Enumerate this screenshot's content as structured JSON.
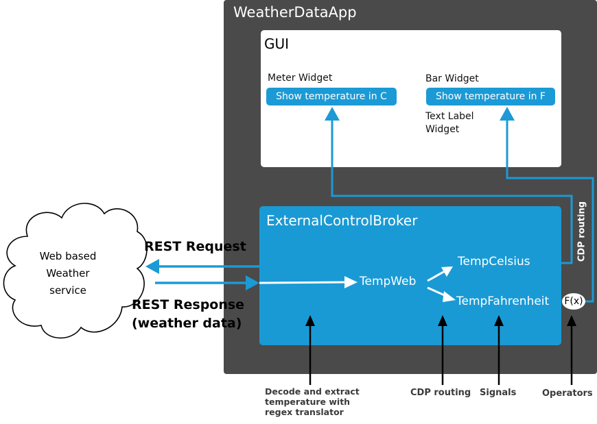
{
  "app": {
    "title": "WeatherDataApp"
  },
  "gui": {
    "title": "GUI",
    "meter_widget": {
      "label": "Meter Widget",
      "button": "Show temperature in C"
    },
    "bar_widget": {
      "label": "Bar Widget",
      "button": "Show temperature in F"
    },
    "text_label_widget": {
      "line1": "Text Label",
      "line2": "Widget"
    }
  },
  "broker": {
    "title": "ExternalControlBroker",
    "signals": {
      "temp_web": "TempWeb",
      "temp_celsius": "TempCelsius",
      "temp_fahrenheit": "TempFahrenheit"
    },
    "operator": "F(x)",
    "cdp_routing": "CDP routing"
  },
  "cloud": {
    "line1": "Web based",
    "line2": "Weather",
    "line3": "service"
  },
  "rest": {
    "request": "REST Request",
    "response_line1": "REST Response",
    "response_line2": "(weather data)"
  },
  "annotations": {
    "decode": [
      "Decode and extract",
      "temperature with",
      "regex translator"
    ],
    "cdp_routing": "CDP routing",
    "signals": "Signals",
    "operators": "Operators"
  },
  "colors": {
    "app_bg": "#4a4a4a",
    "broker_bg": "#1a9ad5",
    "accent": "#1b9ad6"
  }
}
